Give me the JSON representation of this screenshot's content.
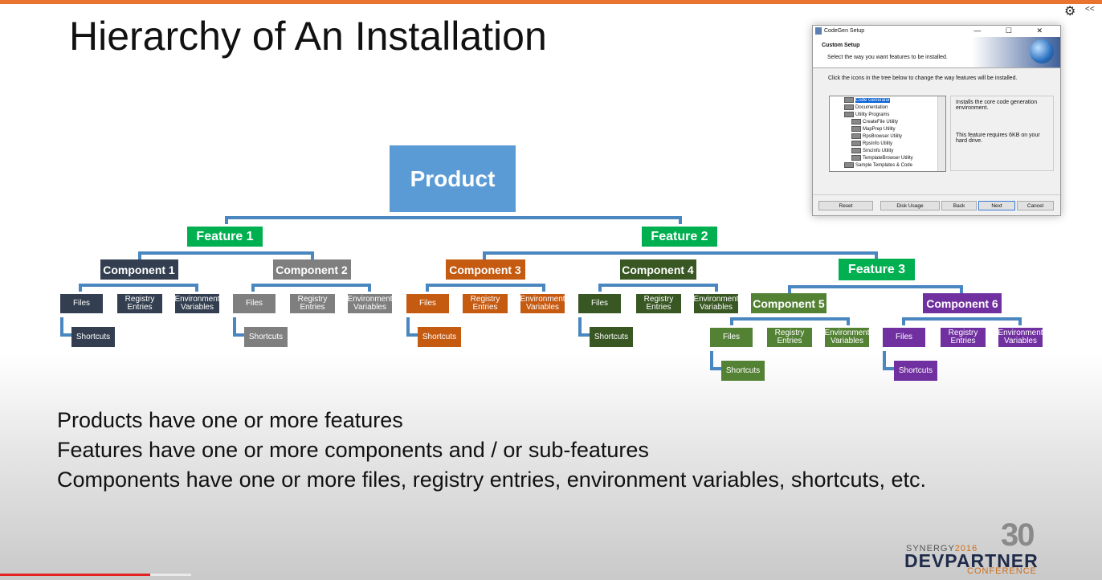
{
  "slide": {
    "title": "Hierarchy of An Installation",
    "bullets": [
      "Products have one or more features",
      "Features have one or more components and / or sub-features",
      "Components have one or more files, registry entries, environment variables, shortcuts, etc."
    ]
  },
  "colors": {
    "product": "#5b9bd5",
    "feature": "#00b050",
    "connector": "#4a86c0",
    "component1": "#333f50",
    "component2": "#7f7f7f",
    "component3": "#c55a11",
    "component4": "#385723",
    "component5": "#548235",
    "component6": "#7030a0",
    "progress": "#e52020",
    "accent_bar": "#e8742e"
  },
  "diagram": {
    "product": "Product",
    "features": [
      "Feature 1",
      "Feature 2",
      "Feature 3"
    ],
    "components": [
      "Component 1",
      "Component 2",
      "Component 3",
      "Component 4",
      "Component 5",
      "Component 6"
    ],
    "leaf_labels": {
      "files": "Files",
      "registry": "Registry Entries",
      "environment": "Environment Variables",
      "shortcuts": "Shortcuts"
    }
  },
  "dialog": {
    "title": "CodeGen Setup",
    "window_buttons": "—  ☐  ✕",
    "header_title": "Custom Setup",
    "header_subtitle": "Select the way you want features to be installed.",
    "instruction": "Click the icons in the tree below to change the way features will be installed.",
    "tree": [
      {
        "label": "Code Generator",
        "indent": 1,
        "selected": true
      },
      {
        "label": "Documentation",
        "indent": 1,
        "selected": false
      },
      {
        "label": "Utility Programs",
        "indent": 1,
        "selected": false
      },
      {
        "label": "CreateFile Utility",
        "indent": 2,
        "selected": false
      },
      {
        "label": "MapPrep Utility",
        "indent": 2,
        "selected": false
      },
      {
        "label": "RpsBrowser Utility",
        "indent": 2,
        "selected": false
      },
      {
        "label": "RpsInfo Utility",
        "indent": 2,
        "selected": false
      },
      {
        "label": "SmcInfo Utility",
        "indent": 2,
        "selected": false
      },
      {
        "label": "TemplateBrowser Utility",
        "indent": 2,
        "selected": false
      },
      {
        "label": "Sample Templates & Code",
        "indent": 1,
        "selected": false
      }
    ],
    "description": "Installs the core code generation environment.",
    "requirement": "This feature requires 6KB on your hard drive.",
    "buttons": {
      "reset": "Reset",
      "disk_usage": "Disk Usage",
      "back": "Back",
      "next": "Next",
      "cancel": "Cancel"
    }
  },
  "logo": {
    "anniversary": "30",
    "synergy": "SYNERGY",
    "year": "2016",
    "brand": "DEVPARTNER",
    "conference": "CONFERENCE"
  },
  "video": {
    "progress_fraction": 0.136,
    "settings_icon": "gear-icon",
    "collapse_label": "<<"
  }
}
